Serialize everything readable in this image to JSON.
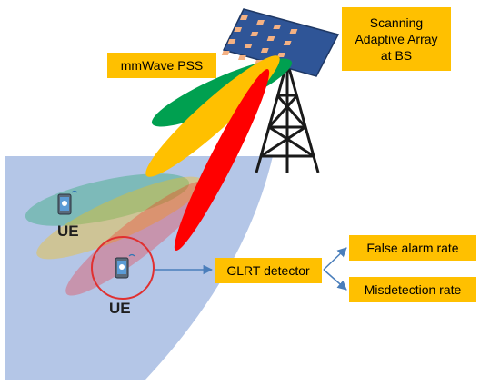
{
  "labels": {
    "pss": "mmWave PSS",
    "array_line1": "Scanning",
    "array_line2": "Adaptive Array",
    "array_line3": "at BS",
    "glrt": "GLRT detector",
    "false_alarm": "False alarm rate",
    "misdetection": "Misdetection rate",
    "ue_left": "UE",
    "ue_right": "UE"
  },
  "colors": {
    "sector": "#b4c6e7",
    "beam_green": "#00a050",
    "beam_yellow": "#ffc000",
    "beam_red": "#ff0000",
    "box_fill": "#ffc000",
    "arrow": "#4a7ebb",
    "ue_circle": "#e03030",
    "panel": "#2f5597",
    "panel_tile": "#f4b183"
  },
  "icons": {
    "ue_device": "smartphone-icon",
    "tower": "cell-tower-icon",
    "array": "antenna-array-icon"
  }
}
